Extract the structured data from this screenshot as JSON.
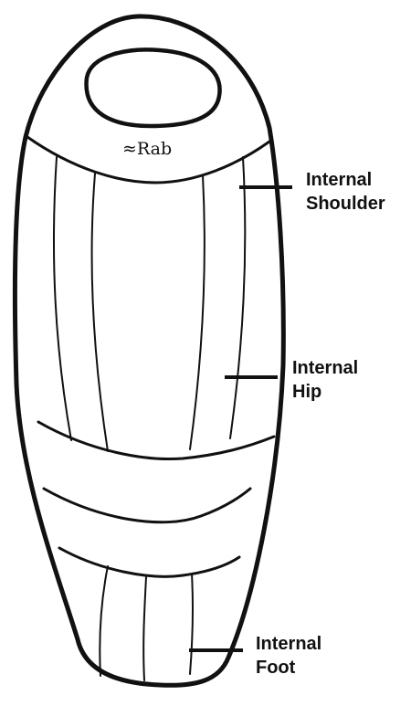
{
  "brand": {
    "logo_glyph": "≈",
    "name": "Rab"
  },
  "labels": [
    {
      "id": "shoulder",
      "line1": "Internal",
      "line2": "Shoulder"
    },
    {
      "id": "hip",
      "line1": "Internal",
      "line2": "Hip"
    },
    {
      "id": "foot",
      "line1": "Internal",
      "line2": "Foot"
    }
  ],
  "colors": {
    "ink": "#111111",
    "paper": "#ffffff"
  }
}
